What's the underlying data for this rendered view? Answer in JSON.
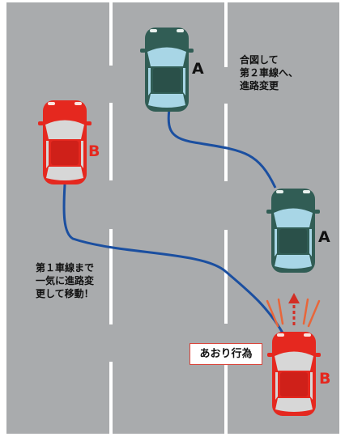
{
  "colors": {
    "road": "#a9abad",
    "lane_marking": "#ffffff",
    "car_a": "#315d55",
    "car_b": "#e5281f",
    "path": "#1b4fa0",
    "warning": "#e8663a",
    "tag_border": "#d9443a"
  },
  "labels": {
    "car_a_top": "A",
    "car_a_bottom": "A",
    "car_b_left": "B",
    "car_b_bottom": "B",
    "note_a": "合図して\n第２車線へ、\n進路変更",
    "note_b": "第１車線まで\n一気に進路変\n更して移動！",
    "tailgating_tag": "あおり行為"
  },
  "icons": [
    "car-icon",
    "arrow-up-icon"
  ]
}
